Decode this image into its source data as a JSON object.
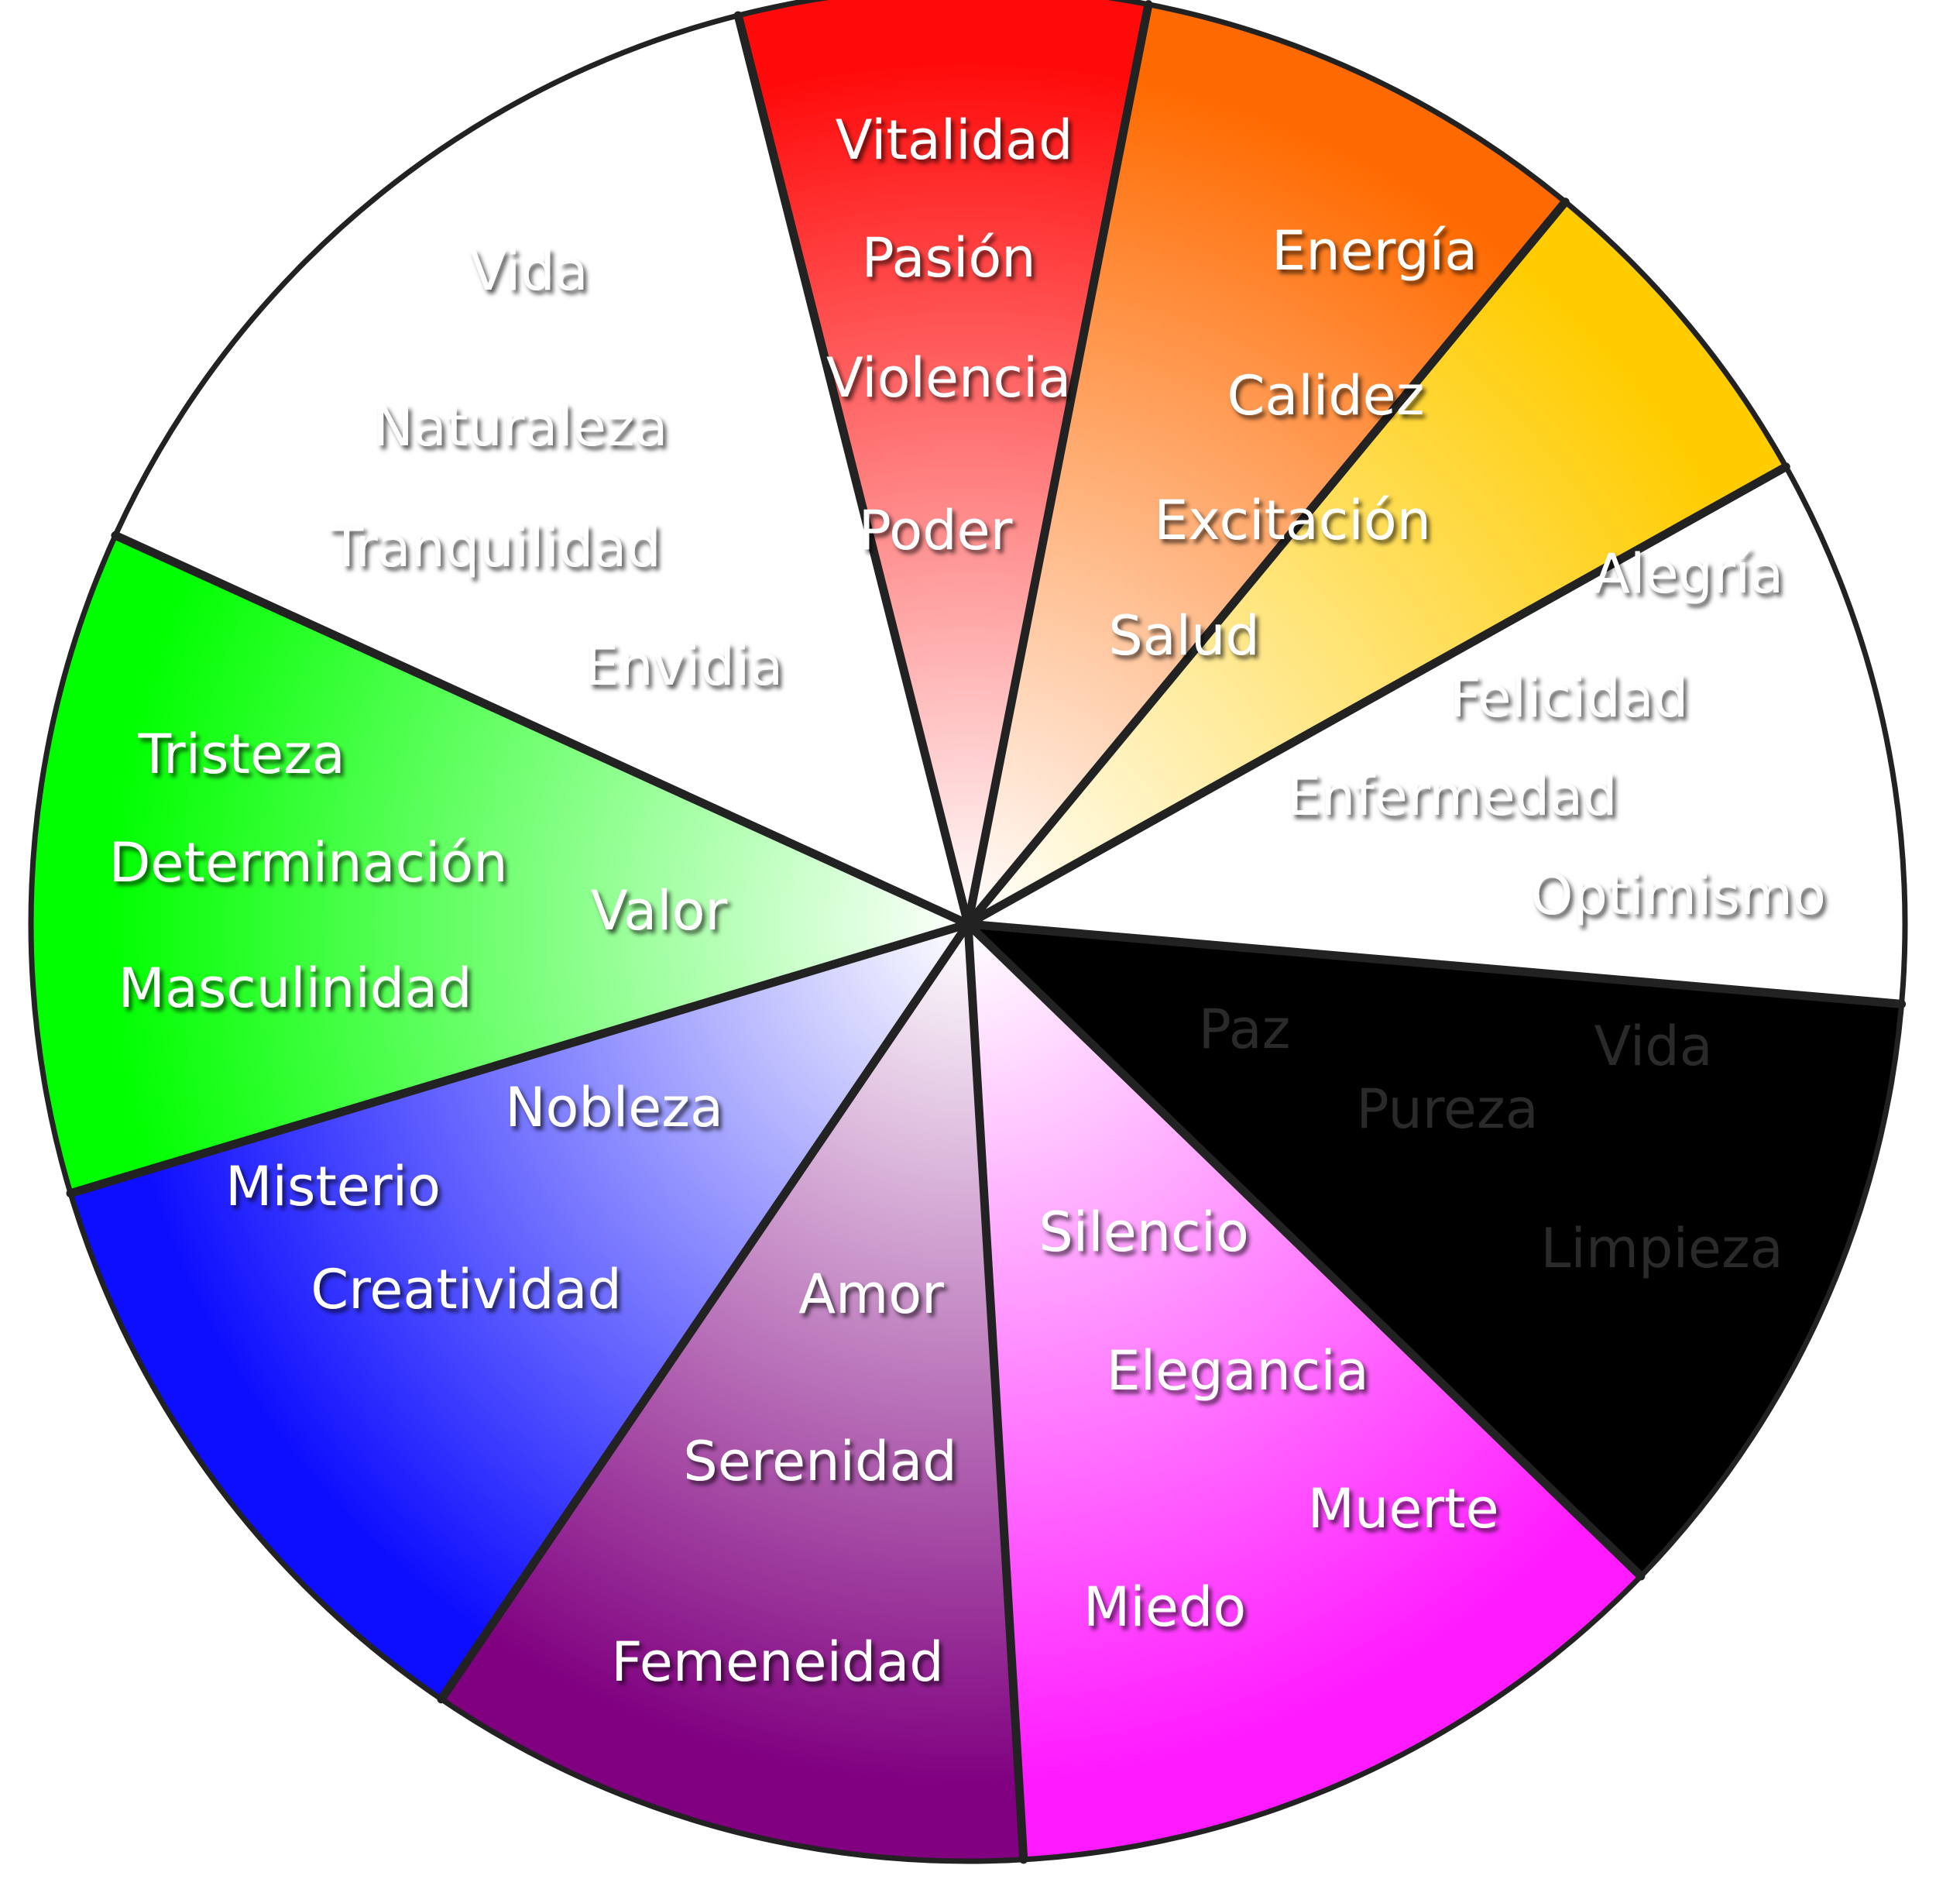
{
  "segments": [
    {
      "id": "red",
      "color": "#ff0a0a",
      "text_style": "light",
      "words": [
        {
          "text": "Vitalidad"
        },
        {
          "text": "Pasión"
        },
        {
          "text": "Violencia"
        },
        {
          "text": "Poder"
        }
      ]
    },
    {
      "id": "orange",
      "color": "#ff6a00",
      "text_style": "light",
      "words": [
        {
          "text": "Energía"
        },
        {
          "text": "Calidez"
        },
        {
          "text": "Excitación"
        },
        {
          "text": "Salud"
        }
      ]
    },
    {
      "id": "yellow",
      "color": "#ffcc00",
      "text_style": "light",
      "words": [
        {
          "text": "Alegría"
        },
        {
          "text": "Felicidad"
        },
        {
          "text": "Enfermedad"
        },
        {
          "text": "Optimismo"
        }
      ]
    },
    {
      "id": "white",
      "color": "#ffffff",
      "text_style": "dark",
      "words": [
        {
          "text": "Paz"
        },
        {
          "text": "Vida"
        },
        {
          "text": "Pureza"
        },
        {
          "text": "Limpieza"
        }
      ]
    },
    {
      "id": "black",
      "color": "#000000",
      "text_style": "light",
      "words": [
        {
          "text": "Silencio"
        },
        {
          "text": "Elegancia"
        },
        {
          "text": "Muerte"
        },
        {
          "text": "Miedo"
        }
      ]
    },
    {
      "id": "magenta",
      "color": "#ff1aff",
      "text_style": "light",
      "words": [
        {
          "text": "Amor"
        },
        {
          "text": "Serenidad"
        },
        {
          "text": "Femeneidad"
        }
      ]
    },
    {
      "id": "purple",
      "color": "#800080",
      "text_style": "light",
      "words": [
        {
          "text": "Nobleza"
        },
        {
          "text": "Misterio"
        },
        {
          "text": "Creatividad"
        }
      ]
    },
    {
      "id": "blue",
      "color": "#0d0dff",
      "text_style": "light",
      "words": [
        {
          "text": "Tristeza"
        },
        {
          "text": "Determinación"
        },
        {
          "text": "Valor"
        },
        {
          "text": "Masculinidad"
        }
      ]
    },
    {
      "id": "green",
      "color": "#00ff00",
      "text_style": "light",
      "words": [
        {
          "text": "Vida"
        },
        {
          "text": "Naturaleza"
        },
        {
          "text": "Tranquilidad"
        },
        {
          "text": "Envidia"
        }
      ]
    }
  ]
}
